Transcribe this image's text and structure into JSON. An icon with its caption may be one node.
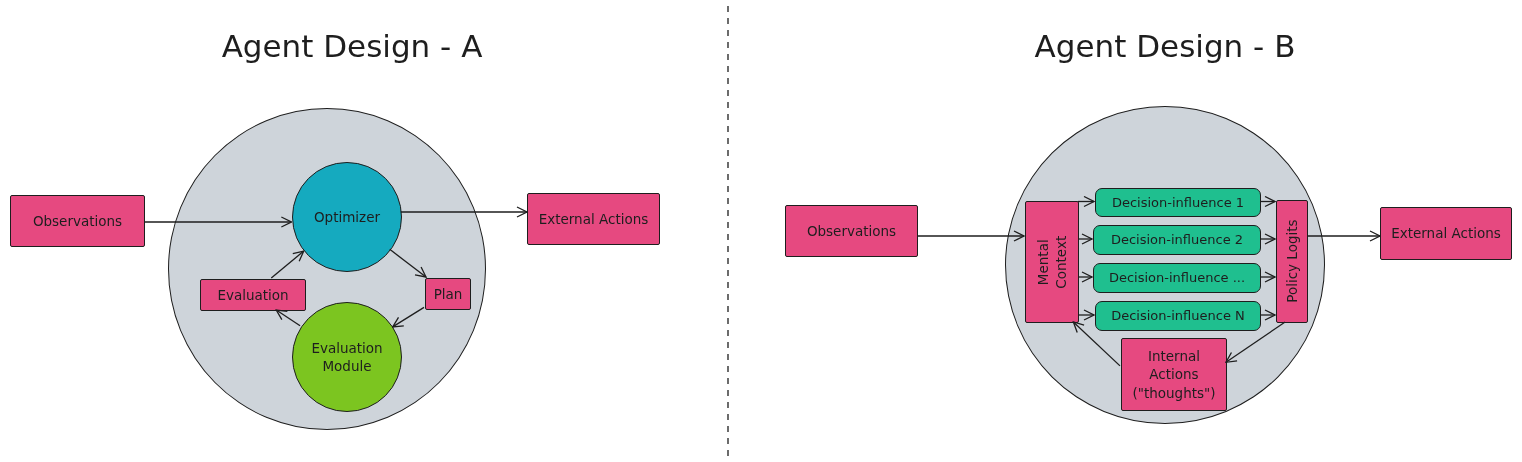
{
  "diagram": {
    "nodes": [
      {
        "text": [],
        "shape": "circle"
      },
      {
        "text": [
          "Observations"
        ]
      },
      {
        "text": [
          "Optimizer"
        ],
        "in": 0
      },
      {
        "text": [
          "External Actions"
        ]
      },
      {
        "text": [
          "Evaluation"
        ],
        "in": 0
      },
      {
        "text": [
          "Plan"
        ],
        "in": 0
      },
      {
        "text": [
          "Evaluation Module"
        ],
        "in": 0
      },
      {
        "text": [],
        "shape": "circle"
      },
      {
        "text": [
          "Observations"
        ]
      },
      {
        "text": [
          "Mental Context"
        ],
        "in": 7
      },
      {
        "text": [
          "Decision-influence 1"
        ],
        "in": 7
      },
      {
        "text": [
          "Decision-influence 2"
        ],
        "in": 7
      },
      {
        "text": [
          "Decision-influence ..."
        ],
        "in": 7
      },
      {
        "text": [
          "Decision-influence N"
        ],
        "in": 7
      },
      {
        "text": [
          "Policy Logits"
        ],
        "in": 7
      },
      {
        "text": [
          "External Actions"
        ]
      },
      {
        "text": [
          "Internal Actions (\"thoughts\")"
        ],
        "in": 7
      }
    ],
    "edges": [
      {
        "from": 1,
        "to": 2,
        "arrow": "to"
      },
      {
        "from": 2,
        "to": 3,
        "arrow": "to"
      },
      {
        "from": 2,
        "to": 5,
        "arrow": "to"
      },
      {
        "from": 5,
        "to": 6,
        "arrow": "to"
      },
      {
        "from": 6,
        "to": 4,
        "arrow": "to"
      },
      {
        "from": 4,
        "to": 2,
        "arrow": "to"
      },
      {
        "from": 8,
        "to": 9,
        "arrow": "to"
      },
      {
        "from": 9,
        "to": 10,
        "arrow": "to"
      },
      {
        "from": 9,
        "to": 11,
        "arrow": "to"
      },
      {
        "from": 9,
        "to": 12,
        "arrow": "to"
      },
      {
        "from": 9,
        "to": 13,
        "arrow": "to"
      },
      {
        "from": 10,
        "to": 14,
        "arrow": "to"
      },
      {
        "from": 11,
        "to": 14,
        "arrow": "to"
      },
      {
        "from": 12,
        "to": 14,
        "arrow": "to"
      },
      {
        "from": 13,
        "to": 14,
        "arrow": "to"
      },
      {
        "from": 14,
        "to": 15,
        "arrow": "to"
      },
      {
        "from": 14,
        "to": 16,
        "arrow": "to"
      },
      {
        "from": 16,
        "to": 9,
        "arrow": "to"
      }
    ],
    "labels": [
      "Agent Design - A",
      "Agent Design - B"
    ]
  }
}
